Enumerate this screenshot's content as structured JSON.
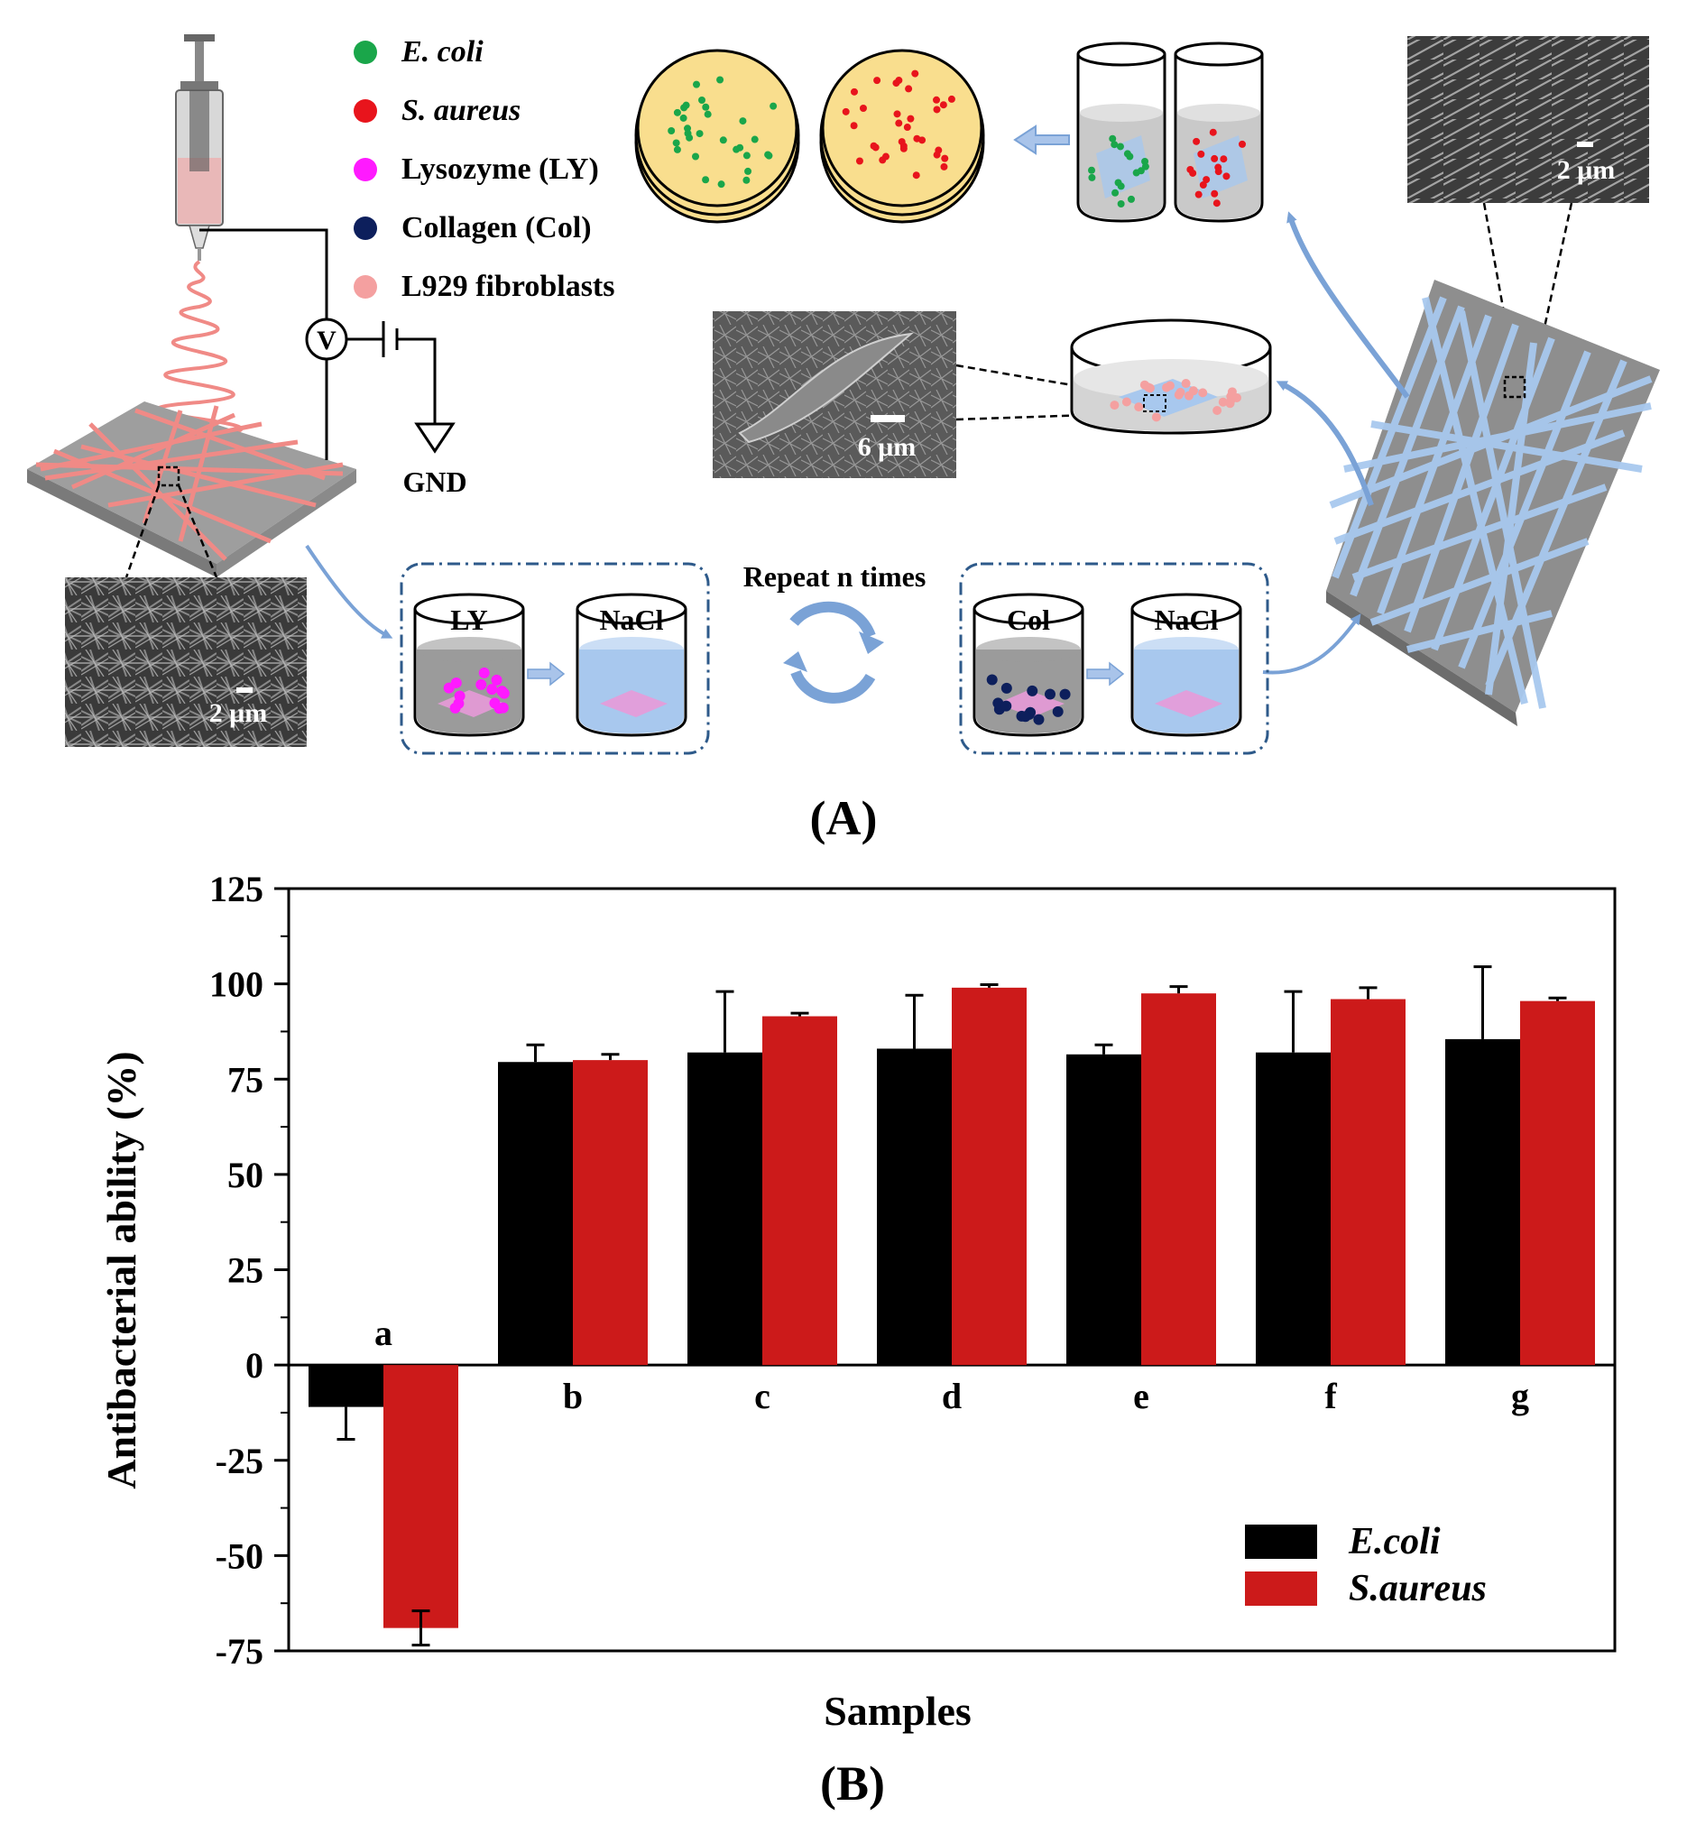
{
  "panel_a": {
    "label": "(A)",
    "legend": [
      {
        "text": "E. coli",
        "color": "#1aa64a",
        "italic": true
      },
      {
        "text": "S. aureus",
        "color": "#e8141c",
        "italic": true
      },
      {
        "text": "Lysozyme (LY)",
        "color": "#ff1aff",
        "italic": false
      },
      {
        "text": "Collagen (Col)",
        "color": "#0d1f5c",
        "italic": false
      },
      {
        "text": "L929 fibroblasts",
        "color": "#f4a0a0",
        "italic": false
      }
    ],
    "voltage_symbol": "V",
    "ground_label": "GND",
    "repeat_label": "Repeat n times",
    "beakers": {
      "ly": "LY",
      "nacl_1": "NaCl",
      "col": "Col",
      "nacl_2": "NaCl"
    },
    "scale_bars": {
      "sem_bottom_left": "2 μm",
      "sem_cells": "6 μm",
      "sem_top_right": "2 μm"
    },
    "colors": {
      "fiber_pink": "#f08a86",
      "fiber_blue": "#a8c8ee",
      "arrow": "#7aa2d6",
      "plate": "#f9de8e",
      "sem": "#444444"
    }
  },
  "panel_b": {
    "label": "(B)",
    "legend": [
      {
        "text": "E.coli",
        "color": "#000000"
      },
      {
        "text": "S.aureus",
        "color": "#cc1a1a"
      }
    ]
  },
  "chart_data": {
    "type": "bar",
    "categories": [
      "a",
      "b",
      "c",
      "d",
      "e",
      "f",
      "g"
    ],
    "series": [
      {
        "name": "E.coli",
        "color": "#000000",
        "values": [
          -11,
          79.5,
          82,
          83,
          81.5,
          82,
          85.5
        ],
        "errors": [
          8.5,
          4.5,
          16,
          14,
          2.5,
          16,
          19
        ]
      },
      {
        "name": "S.aureus",
        "color": "#cc1a1a",
        "values": [
          -69,
          80,
          91.5,
          99,
          97.5,
          96,
          95.5
        ],
        "errors": [
          4.5,
          1.5,
          0.8,
          0.8,
          1.8,
          3,
          0.8
        ]
      }
    ],
    "xlabel": "Samples",
    "ylabel": "Antibacterial ability (%)",
    "ylim": [
      -75,
      125
    ],
    "yticks": [
      -75,
      -50,
      -25,
      0,
      25,
      50,
      75,
      100,
      125
    ],
    "grid": false,
    "legend_position": "bottom-right"
  }
}
